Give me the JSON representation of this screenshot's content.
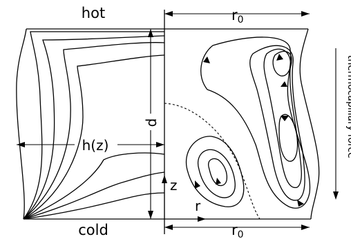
{
  "labels": {
    "top": "hot",
    "bottom": "cold",
    "radius_top": "r",
    "radius_top_sub": "0",
    "radius_bottom": "r",
    "radius_bottom_sub": "0",
    "depth": "d",
    "height": "h(z)",
    "axis_z": "z",
    "axis_r": "r",
    "force": "thermocapillary force"
  }
}
